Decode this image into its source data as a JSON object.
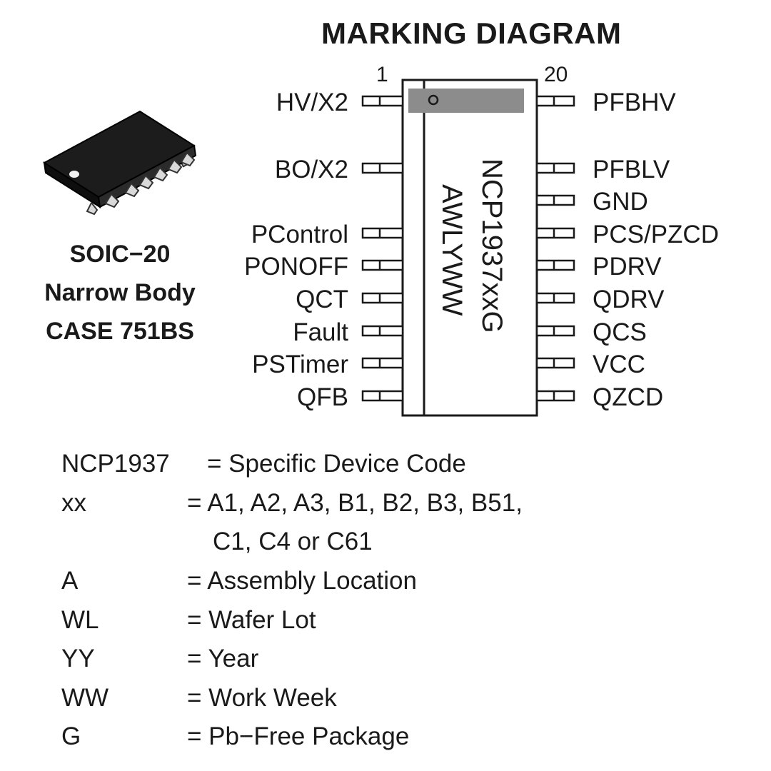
{
  "title": "MARKING DIAGRAM",
  "package": {
    "line1": "SOIC−20",
    "line2": "Narrow Body",
    "line3": "CASE 751BS"
  },
  "pin_first": "1",
  "pin_last": "20",
  "left_pins": [
    "HV/X2",
    "BO/X2",
    "PControl",
    "PONOFF",
    "QCT",
    "Fault",
    "PSTimer",
    "QFB"
  ],
  "right_pins": [
    "PFBHV",
    "PFBLV",
    "GND",
    "PCS/PZCD",
    "PDRV",
    "QDRV",
    "QCS",
    "VCC",
    "QZCD"
  ],
  "marking": {
    "line1": "NCP1937xxG",
    "line2": "AWLYWW"
  },
  "legend": [
    {
      "key": "NCP1937",
      "value": "= Specific Device Code"
    },
    {
      "key": "xx",
      "value": "= A1, A2, A3, B1, B2, B3, B51,"
    },
    {
      "key": "",
      "value": "C1, C4 or C61"
    },
    {
      "key": "A",
      "value": "= Assembly Location"
    },
    {
      "key": "WL",
      "value": "= Wafer Lot"
    },
    {
      "key": "YY",
      "value": "= Year"
    },
    {
      "key": "WW",
      "value": "= Work Week"
    },
    {
      "key": "G",
      "value": "= Pb−Free Package"
    }
  ],
  "colors": {
    "ink": "#1a1a1a",
    "pin1_band": "#8c8c8c",
    "chip_body": "#222222"
  }
}
